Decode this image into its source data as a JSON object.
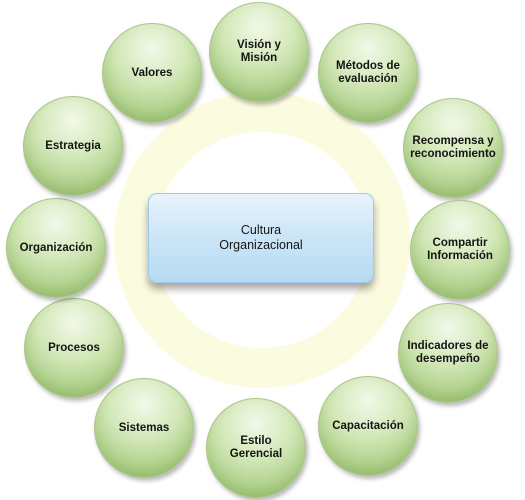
{
  "center": {
    "label": "Cultura\nOrganizacional"
  },
  "nodes": [
    {
      "id": "vision-mision",
      "label": "Visión y\nMisión"
    },
    {
      "id": "metodos-evaluacion",
      "label": "Métodos de\nevaluación"
    },
    {
      "id": "recompensa",
      "label": "Recompensa y\nreconocimiento"
    },
    {
      "id": "compartir-informacion",
      "label": "Compartir\nInformación"
    },
    {
      "id": "indicadores-desempeno",
      "label": "Indicadores de\ndesempeño"
    },
    {
      "id": "capacitacion",
      "label": "Capacitación"
    },
    {
      "id": "estilo-gerencial",
      "label": "Estilo\nGerencial"
    },
    {
      "id": "sistemas",
      "label": "Sistemas"
    },
    {
      "id": "procesos",
      "label": "Procesos"
    },
    {
      "id": "organizacion",
      "label": "Organización"
    },
    {
      "id": "estrategia",
      "label": "Estrategia"
    },
    {
      "id": "valores",
      "label": "Valores"
    }
  ],
  "colors": {
    "bubble_green": "#a9cc83",
    "center_blue": "#cde6f7",
    "background_ring": "#fbfbe0"
  }
}
